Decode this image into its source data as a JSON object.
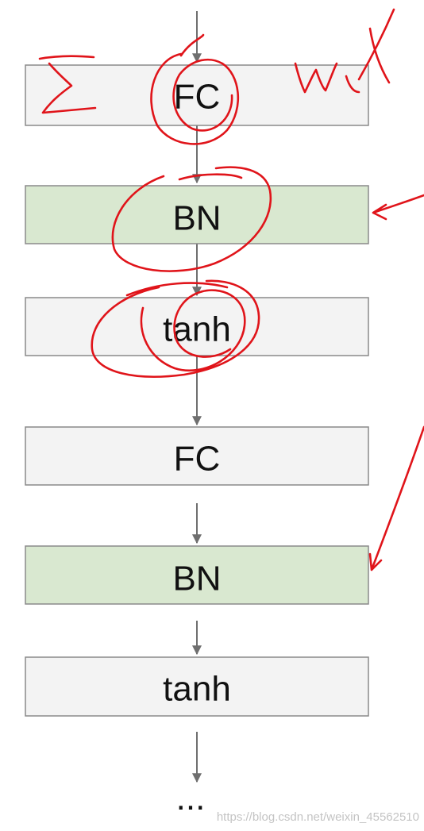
{
  "layers": [
    {
      "label": "FC",
      "kind": "fc"
    },
    {
      "label": "BN",
      "kind": "bn"
    },
    {
      "label": "tanh",
      "kind": "activation"
    },
    {
      "label": "FC",
      "kind": "fc"
    },
    {
      "label": "BN",
      "kind": "bn"
    },
    {
      "label": "tanh",
      "kind": "activation"
    }
  ],
  "continuation": "...",
  "watermark": "https://blog.csdn.net/weixin_45562510",
  "handwriting_marks": [
    "Σ",
    "w x"
  ],
  "colors": {
    "fc_fill": "#f3f3f3",
    "bn_fill": "#d9e8d0",
    "activation_fill": "#f3f3f3",
    "box_border": "#8a8a8a",
    "arrow": "#6f6f6f",
    "ink": "#e0141a"
  }
}
